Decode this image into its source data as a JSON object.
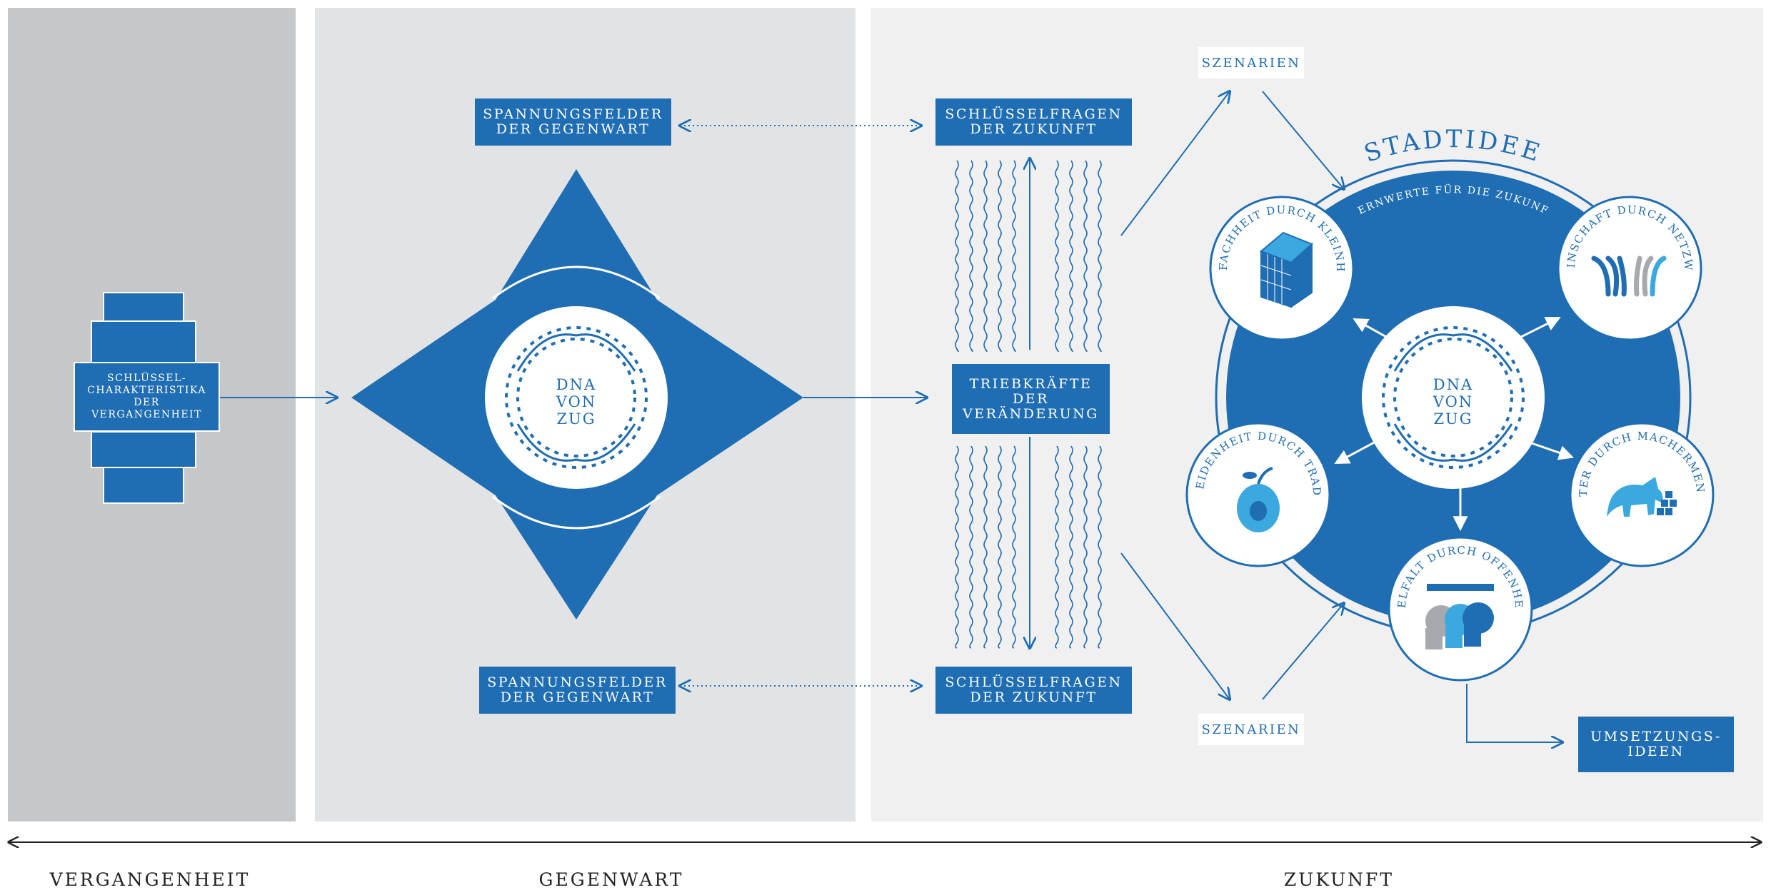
{
  "phases": {
    "past": "VERGANGENHEIT",
    "present": "GEGENWART",
    "future": "ZUKUNFT"
  },
  "past": {
    "box_lines": [
      "SCHLÜSSEL-",
      "CHARAKTERISTIKA",
      "DER",
      "VERGANGENHEIT"
    ]
  },
  "present": {
    "tension_top": [
      "SPANNUNGSFELDER",
      "DER GEGENWART"
    ],
    "tension_bottom": [
      "SPANNUNGSFELDER",
      "DER GEGENWART"
    ],
    "dna_lines": [
      "DNA",
      "VON ZUG"
    ]
  },
  "future": {
    "key_questions_top": [
      "SCHLÜSSELFRAGEN",
      "DER ZUKUNFT"
    ],
    "key_questions_bottom": [
      "SCHLÜSSELFRAGEN",
      "DER ZUKUNFT"
    ],
    "drivers": [
      "TRIEBKRÄFTE",
      "DER",
      "VERÄNDERUNG"
    ],
    "scenarios_top": "SZENARIEN",
    "scenarios_bottom": "SZENARIEN",
    "city_idea_title": "STADTIDEE",
    "city_idea_subtitle": "KERNWERTE FÜR DIE ZUKUNFT",
    "center_dna": [
      "DNA",
      "VON ZUG"
    ],
    "values": [
      "EINFACHHEIT DURCH KLEINHEIT",
      "GEMEINSCHAFT DURCH NETZWERKE",
      "BESCHEIDENHEIT DURCH TRADITION",
      "VORREITER DURCH MACHERMENTALITÄT",
      "VIELFALT DURCH OFFENHEIT"
    ],
    "implementation": [
      "UMSETZUNGS-",
      "IDEEN"
    ]
  },
  "colors": {
    "primary_blue": "#1f6db3",
    "light_blue": "#3ba9e0",
    "grey_past": "#c6c7c9",
    "grey_present": "#e2e3e5",
    "grey_future": "#f0f0f1"
  }
}
